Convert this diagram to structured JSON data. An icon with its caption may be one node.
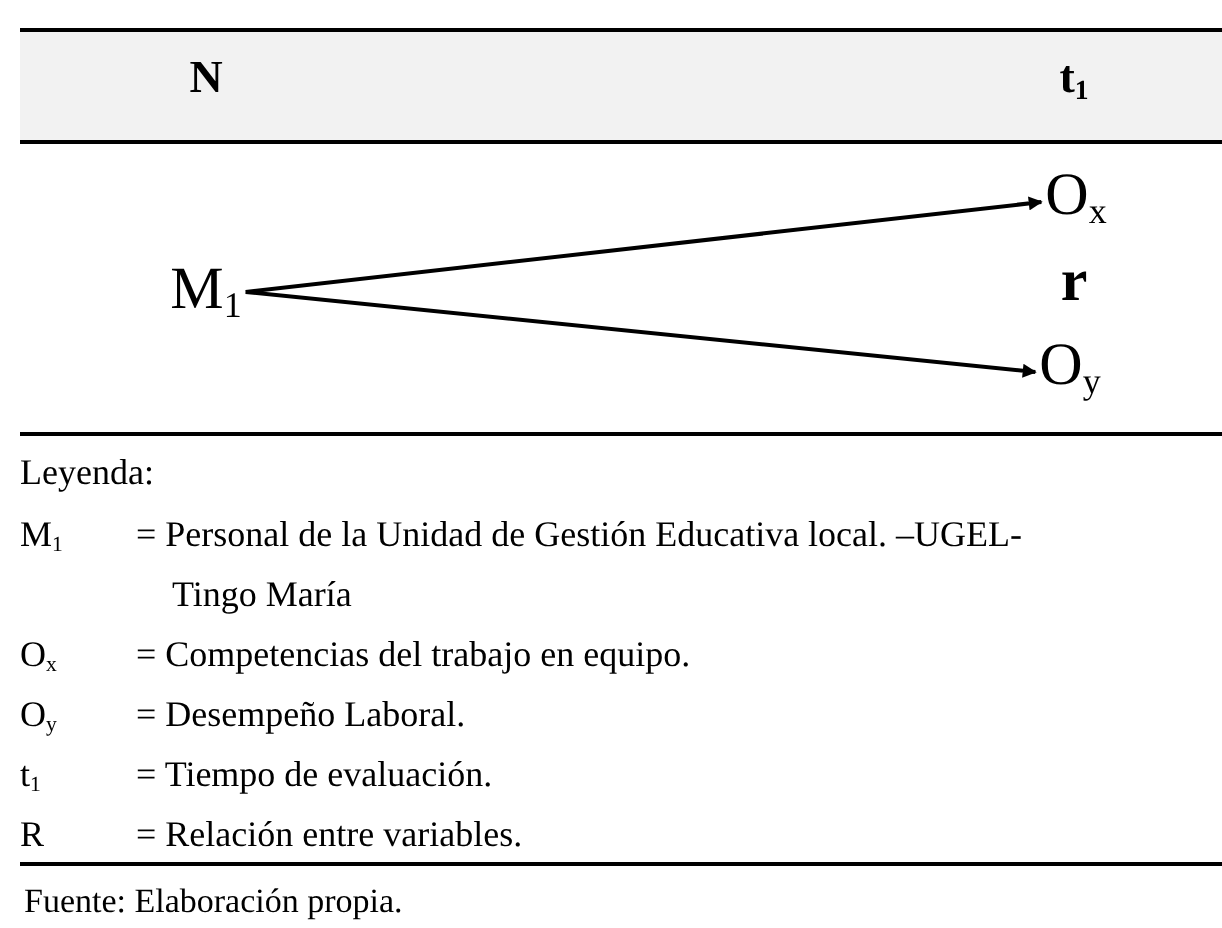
{
  "diagram": {
    "caption": "Fuente: Elaboración propia.",
    "nodes": [
      {
        "text": [
          "M$_{1}$"
        ]
      },
      {
        "text": [
          "O$_{x}$"
        ]
      },
      {
        "text": [
          "O$_{y}$"
        ]
      }
    ],
    "edges": [
      {
        "from": 0,
        "to": 1,
        "arrow": "to"
      },
      {
        "from": 0,
        "to": 2,
        "arrow": "to"
      }
    ],
    "labels": [
      "N",
      "t$_{1}$",
      "r",
      "Leyenda:",
      "M$_{1}$",
      "= Personal de la Unidad de Gestión Educativa local. –UGEL- Tingo María",
      "O$_{x}$",
      "= Competencias del trabajo en equipo.",
      "O$_{y}$",
      "= Desempeño Laboral.",
      "t$_{1}$",
      "= Tiempo de evaluación.",
      "R",
      "= Relación entre variables."
    ]
  }
}
